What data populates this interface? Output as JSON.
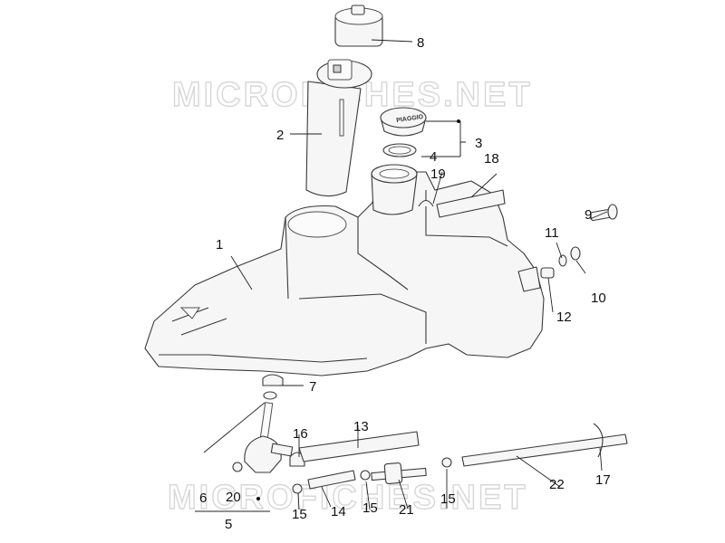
{
  "watermark": "MICROFICHES.NET",
  "callouts": {
    "c1": "1",
    "c2": "2",
    "c3": "3",
    "c4": "4",
    "c5": "5",
    "c6": "6",
    "c7": "7",
    "c8": "8",
    "c9": "9",
    "c10": "10",
    "c11": "11",
    "c12": "12",
    "c13": "13",
    "c14": "14",
    "c15a": "15",
    "c15b": "15",
    "c15c": "15",
    "c16": "16",
    "c17": "17",
    "c18": "18",
    "c19": "19",
    "c20": "20",
    "c21": "21",
    "c22": "22"
  },
  "cap_brand": "PIAGGIO",
  "colors": {
    "line": "#3a3a3a",
    "fill": "#f6f6f6",
    "watermark": "#d7d7d7"
  }
}
